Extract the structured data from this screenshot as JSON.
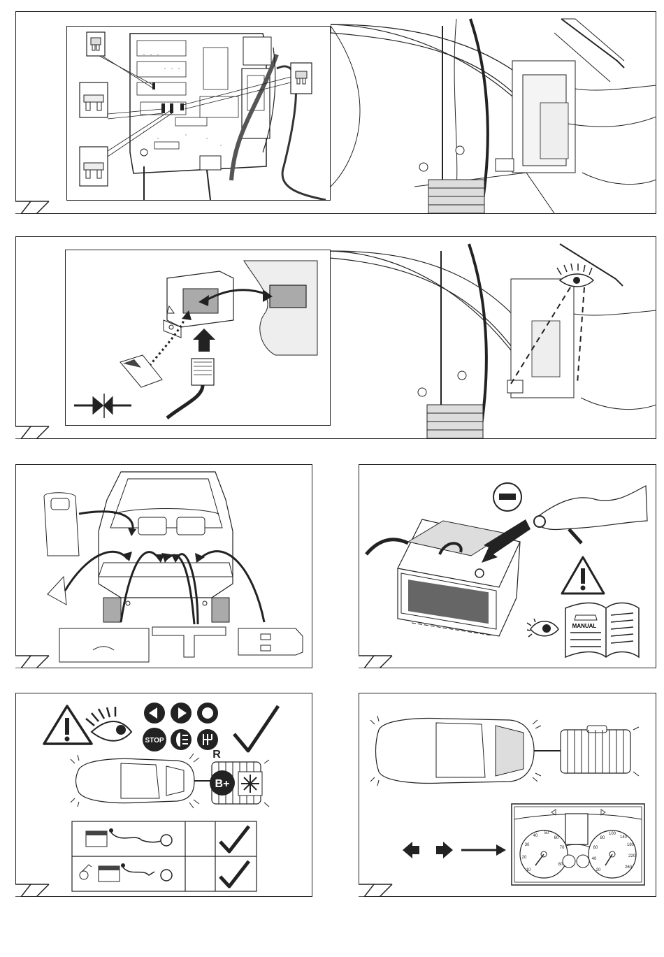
{
  "panels": {
    "fuse": {
      "fuse_icons": [
        "fuse-mini",
        "fuse-standard",
        "fuse-standard",
        "fuse-mini"
      ]
    },
    "module": {},
    "trunk": {},
    "battery": {
      "minus_sign": "–",
      "manual_label": "MANUAL"
    },
    "check": {
      "stop_label": "STOP",
      "reverse_label": "R",
      "bplus_label": "B+",
      "table_rows": [
        {
          "icon": "battery-to-socket",
          "mark": "✓"
        },
        {
          "icon": "key-battery-to-socket",
          "mark": "✓"
        }
      ]
    },
    "dash": {
      "gauge_left_ticks": [
        "10",
        "20",
        "30",
        "40",
        "50",
        "60",
        "70",
        "80"
      ],
      "gauge_right_ticks": [
        "20",
        "40",
        "60",
        "80",
        "100",
        "140",
        "180",
        "220",
        "260"
      ]
    }
  }
}
